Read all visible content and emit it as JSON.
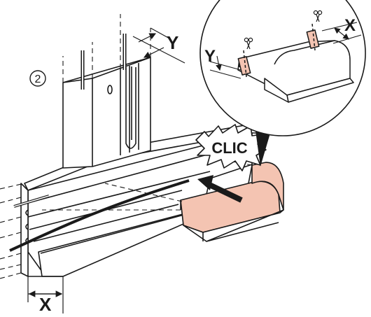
{
  "step_number": "2",
  "action_label": "CLIC",
  "dimension_labels": {
    "width_main": "Y",
    "width_detail": "Y",
    "depth_main": "X",
    "depth_detail": "X"
  },
  "icons": [
    "scissors-icon",
    "magnifier-callout",
    "insertion-arrow",
    "clic-burst"
  ],
  "colors": {
    "line": "#1a1a1a",
    "highlight_fill": "#f4c4b2",
    "background": "#ffffff"
  }
}
